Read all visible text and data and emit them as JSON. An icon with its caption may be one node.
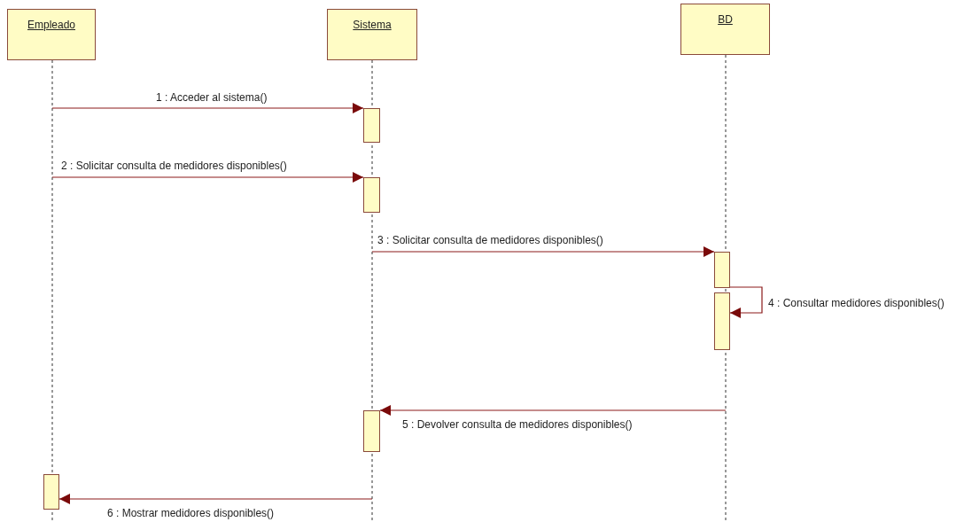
{
  "diagram": {
    "nodes": [
      {
        "text": [
          "Empleado"
        ]
      },
      {
        "text": [
          "Sistema"
        ]
      },
      {
        "text": [
          "BD"
        ]
      },
      {
        "text": [],
        "shape": "bar"
      },
      {
        "text": [],
        "shape": "bar"
      },
      {
        "text": [],
        "shape": "bar"
      },
      {
        "text": [],
        "shape": "bar"
      },
      {
        "text": [],
        "shape": "bar"
      },
      {
        "text": [],
        "shape": "bar"
      }
    ],
    "edges": [
      {
        "from": null,
        "to": 3,
        "arrow": "to",
        "label": "1 : Acceder al sistema()"
      },
      {
        "from": null,
        "to": 4,
        "arrow": "to",
        "label": "2 : Solicitar consulta de medidores disponibles()"
      },
      {
        "from": null,
        "to": 5,
        "arrow": "to",
        "label": "3 : Solicitar consulta de medidores disponibles()"
      },
      {
        "from": 5,
        "to": 6,
        "arrow": "to",
        "label": "4 : Consultar medidores disponibles()"
      },
      {
        "from": null,
        "to": 7,
        "arrow": "to",
        "label": "5 : Devolver consulta de medidores disponibles()"
      },
      {
        "from": null,
        "to": 8,
        "arrow": "to",
        "label": "6 : Mostrar medidores disponibles()"
      }
    ]
  }
}
